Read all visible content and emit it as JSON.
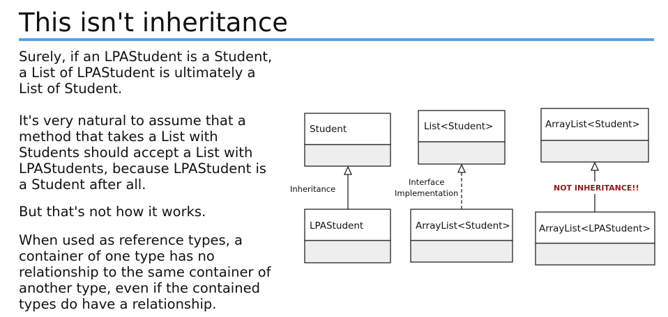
{
  "title": "This isn't inheritance",
  "paragraphs": {
    "p1": [
      "Surely, if an LPAStudent is a Student,",
      "a List of LPAStudent is ultimately a",
      "List of Student."
    ],
    "p2": [
      "It's very natural to assume that a",
      "method that takes a List with",
      "Students should accept a List with",
      "LPAStudents, because LPAStudent is",
      "a Student after all."
    ],
    "p3": [
      "But that's not how it works."
    ],
    "p4": [
      "When used as reference types, a",
      "container of one type has no",
      "relationship to the same container of",
      "another type, even if the contained",
      "types do have a relationship."
    ]
  },
  "diagram": {
    "classes": {
      "student": "Student",
      "lpastudent": "LPAStudent",
      "list_student": "List<Student>",
      "arraylist_student_mid": "ArrayList<Student>",
      "arraylist_student_right": "ArrayList<Student>",
      "arraylist_lpastudent": "ArrayList<LPAStudent>"
    },
    "edges": {
      "inheritance": "Inheritance",
      "interface_line1": "Interface",
      "interface_line2": "Implementation",
      "not_inheritance": "NOT INHERITANCE!!"
    }
  }
}
